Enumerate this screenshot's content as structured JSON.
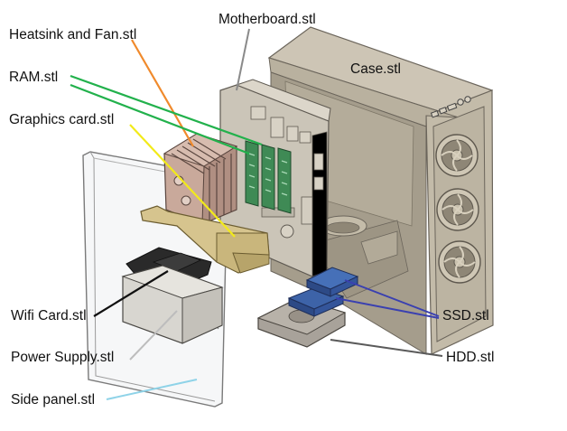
{
  "labels": {
    "motherboard": "Motherboard.stl",
    "heatsink": "Heatsink and Fan.stl",
    "ram": "RAM.stl",
    "graphics": "Graphics card.stl",
    "case": "Case.stl",
    "wifi": "Wifi Card.stl",
    "psu": "Power Supply.stl",
    "side_panel": "Side panel.stl",
    "ssd": "SSD.stl",
    "hdd": "HDD.stl"
  },
  "leader_colors": {
    "motherboard": "#8a8a8a",
    "heatsink": "#f08a2c",
    "ram": "#22b14c",
    "graphics": "#f2ea1a",
    "wifi": "#111111",
    "psu": "#bdbdbd",
    "side_panel": "#8fd3e8",
    "ssd": "#3a40b0",
    "hdd": "#5a5a5a"
  },
  "parts": {
    "case": "#c8c0b0",
    "motherboard": "#c9c3b6",
    "heatsink": "#c9a99b",
    "ram": "#3f8a55",
    "graphics": "#d6c48e",
    "wifi": "#2a2a2a",
    "psu": "#d8d6d0",
    "side_panel": "#e9eced",
    "ssd": "#3d63a8",
    "hdd": "#a8a29a"
  }
}
